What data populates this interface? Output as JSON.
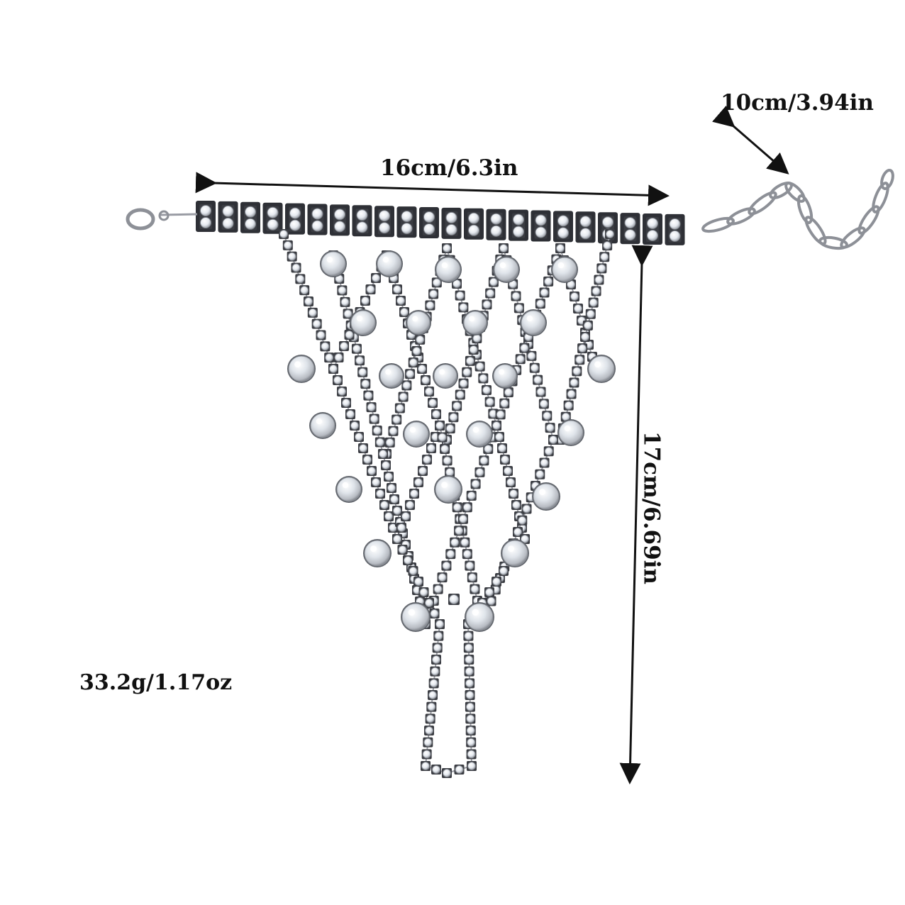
{
  "image": {
    "subject": "rhinestone-hand-chain-bracelet",
    "background_color": "#ffffff",
    "metal_color": "#9a9ca4",
    "stone_color": "#e9edf3",
    "arrow_color": "#111111"
  },
  "measurements": {
    "width_label": "16cm/6.3in",
    "height_label": "17cm/6.69in",
    "extender_label": "10cm/3.94in",
    "weight_label": "33.2g/1.17oz"
  }
}
